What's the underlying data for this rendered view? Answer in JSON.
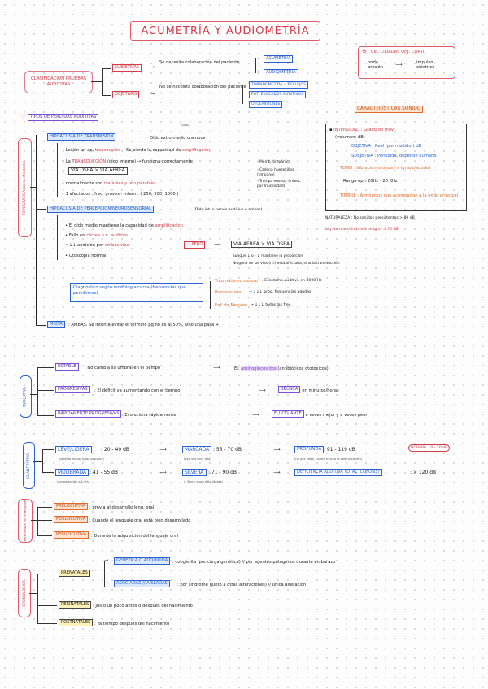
{
  "title": "ACUMETRÍA Y AUDIOMETRÍA",
  "clasificacion": {
    "label": "CLASIFICACIÓN PRUEBAS AUDITIVAS",
    "subjetivas": "SUBJETIVAS",
    "subjetivas_desc": "Se necesita colaboración del paciente",
    "acumetria": "ACUMETRÍA",
    "audiometria": "AUDIOMETRÍA",
    "objetivas": "OBJETIVAS",
    "objetivas_desc": "No se necesita colaboración del paciente",
    "timpanometria": "TIMPANOMETRÍA + REFLEJOS",
    "pot_evocados": "POT. EVOCADOS AUDITIVOS",
    "otoemisiones": "OTOEMISIONES"
  },
  "cel_ciliadas": {
    "label": "Cél. CILIADAS Órg. CORTI",
    "onda": "onda presión",
    "impulso": "impulso eléctrico"
  },
  "caracteristicas": {
    "title": "CARACTERÍSTICAS SONIDO",
    "intensidad": "INTENSIDAD : Grado de mov",
    "volumen": "(volumen: dB)",
    "objetiva": "OBJETIVA : Real (por medidor) dB",
    "subjetiva": "SUBJETIVA : Percibida, depende humano",
    "tono": "TONO : Vibraciones onda / s (grave/agudo)",
    "rango": "Rango opt: 20Hz - 20 KHz",
    "timbre": "TIMBRE : Armónicos que acompañan a la onda principal",
    "naturaleza": "NATURALEZA : No sonidos persistentes > 80 dB",
    "reaccion": "Ley de reacción (nivel peligro) > 75 dB"
  },
  "tipos": {
    "title": "TIPOS DE PÉRDIDAS AUDITIVAS",
    "side_label": "TOPOGRÁFICA (zona afectada)",
    "transmision": {
      "label": "HIPOACUSIA DE TRANSMISIÓN",
      "note": "Oído ext o medio o ambos",
      "note_small": "(oído)",
      "b1_pre": "Lesión en ap.",
      "b1_hl": "transmisión",
      "b1_post": "→ Se pierde la capacidad de",
      "b1_red": "amplificación",
      "b2_pre": "La",
      "b2_hl": "TRANSDUCCIÓN",
      "b2_post": "(oído interno) → funciona correctamente",
      "b3": "VÍA ÓSEA > VÍA AÉREA",
      "b4_pre": "normalmente son",
      "b4_hl": "tratables y recuperables",
      "b5": "1 afectados : frec. graves - interm. ( 250, 500, 1000 )",
      "side1": "- Memb. timpánica",
      "side2": "- Cadena huesecillos (tímpano)",
      "side3": "- Trompa eustaq. (infecc. por mucosidad)"
    },
    "percepcion": {
      "label": "HIPOACUSIA DE PERCEPCIÓN/NEUROSENSORIAL",
      "note": "(Oído int. o nervio auditivo o ambos)",
      "b1": "El oído medio mantiene la capacidad de",
      "b1_red": "amplificación",
      "b2_pre": "Fallo en",
      "b2_red": "cóclea o n. auditivo",
      "b3_pre": "↓↓ audición por",
      "b3_red": "ambas vías",
      "pero": "PERO",
      "via_aerea": "VÍA AÉREA > VÍA ÓSEA",
      "note_a": "aunque ↓ o - ↓ mantiene la proporción",
      "note_b": "Ninguna de las vías (n.i) está afectada, sino la transducción",
      "b4": "Otoscopia normal"
    },
    "diagnostico": {
      "label": "Diagnóstico según morfología curva (frecuencias que percibimos)",
      "trauma": "Traumatismo sonoro",
      "trauma_desc": "→ Escotoma auditivo en 4000 Hz",
      "presbiacusia": "Presbiacusia",
      "presbiacusia_desc": "→ ↓↓↓ prog. frecuencias agudas",
      "meniere": "Enf. de Menière",
      "meniere_desc": "→ ↓↓↓ todas las frec."
    },
    "mixta": "MIXTA",
    "mixta_desc": ": AMBAS. Se intenta evitar el término pq no es al 50%, sino una pasa +"
  },
  "evolutiva": {
    "side_label": "EVOLUTIVA",
    "estable": "ESTABLE",
    "estable_desc": ": No cambia su umbral en el tiempo",
    "estable_ej": "Ej:",
    "estable_ej_hl": "aminoglucósidos",
    "estable_ej_post": "(antibióticos ototóxicos)",
    "progresivas": "PROGRESIVAS",
    "progresivas_desc": ": El déficit va aumentando con el tiempo",
    "brusca": "BRUSCA",
    "brusca_desc": ": en minutos/horas",
    "rapidamente": "RÁPIDAMENTE PROGRESIVAS",
    "rapidamente_desc": ": Evoluciona rápidamente",
    "fluctuante": "FLUCTUANTE",
    "fluctuante_desc": ": a veces mejor y a veces peor"
  },
  "cuantitativa": {
    "side_label": "CUANTITATIVA",
    "normal": "NORMAL : 0 - 20 dB",
    "leve": "LEVE/LIGERA",
    "leve_val": ": 20 - 40 dB",
    "leve_note": "(pérdida de voz baja, susurros)",
    "marcada": "MARCADA",
    "marcada_val": ": 55 - 70 dB",
    "marcada_note": "(oye voz muy alta)",
    "profunda": "PROFUNDA",
    "profunda_val": ": 91 - 119 dB",
    "profunda_note": "(no oye nada, cuesta mucho la comunicación)",
    "moderada": "MODERADA",
    "moderada_val": ": 41 - 55 dB",
    "moderada_note": "(conversación a 1.5m)",
    "severa": "SEVERA",
    "severa_val": ": 71 - 90 dB",
    "severa_note": "(- 30cm y con dificultades)",
    "total": "DEFICIENCIA AUDITIVA TOTAL (COFOSIS)",
    "total_val": ": > 120 dB"
  },
  "lenguaje": {
    "side_label": "Relacionada con el lenguaje",
    "prelocutiva": "PRELOCUTIVA",
    "prelocutiva_desc": ": previa al desarrollo leng. oral",
    "poslocutiva": "POSLOCUTIVA",
    "poslocutiva_desc": ": Cuando el lenguaje oral está bien desarrollado",
    "perilocutiva": "PERILOCUTIVA",
    "perilocutiva_desc": ": Durante la adquisición del lenguaje oral"
  },
  "cronologica": {
    "side_label": "CRONOLÓGICA",
    "prenatales": "PRENATALES",
    "genetica": "GENÉTICA O ADQUIRIDA",
    "genetica_desc": ": congénita (por carga genética) // por agentes patógenos durante embarazo",
    "asociadas": "ASOCIADAS // AISLADAS",
    "asociadas_desc": ": por síndrome (junto a otras alteraciones) // única alteración",
    "perinatales": "PERINATALES",
    "perinatales_desc": ": Justo un poco antes o después del nacimiento",
    "postnatales": "POSTNATALES",
    "postnatales_desc": ": Ya tiempo después del nacimiento"
  }
}
